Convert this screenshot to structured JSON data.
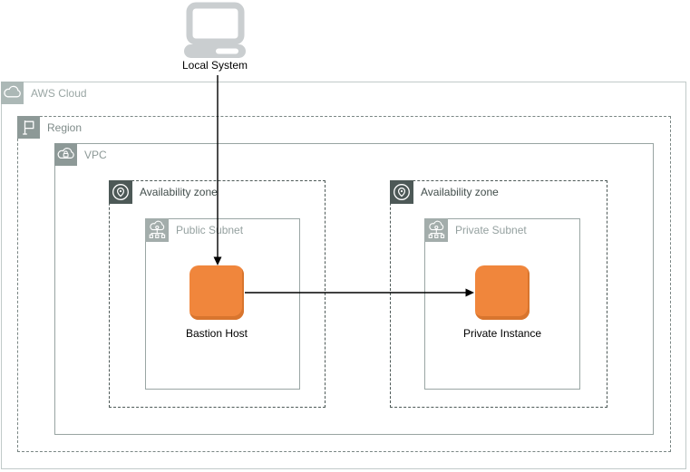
{
  "nodes": {
    "local_system": {
      "label": "Local System"
    },
    "bastion_host": {
      "label": "Bastion Host"
    },
    "private_instance": {
      "label": "Private Instance"
    }
  },
  "groups": {
    "aws_cloud": {
      "label": "AWS Cloud"
    },
    "region": {
      "label": "Region"
    },
    "vpc": {
      "label": "VPC"
    },
    "availability_zone_left": {
      "label": "Availability zone"
    },
    "availability_zone_right": {
      "label": "Availability zone"
    },
    "public_subnet": {
      "label": "Public Subnet"
    },
    "private_subnet": {
      "label": "Private Subnet"
    }
  },
  "icons": {
    "local_system": "laptop-icon",
    "aws_cloud": "cloud-icon",
    "region": "flag-icon",
    "vpc": "cloud-lock-icon",
    "availability_zone": "location-pin-icon",
    "subnet": "cloud-network-icon",
    "instance": "ec2-instance-square"
  },
  "colors": {
    "instance_orange": "#f0863c",
    "instance_shadow": "#d8752e",
    "aws_cloud_icon_bg": "#acb8b6",
    "group_icon_bg": "#8d9997",
    "availability_zone_icon_bg": "#4d5957",
    "subnet_icon_bg": "#a3adab",
    "laptop_gray": "#caced0",
    "connector_black": "#000000"
  }
}
